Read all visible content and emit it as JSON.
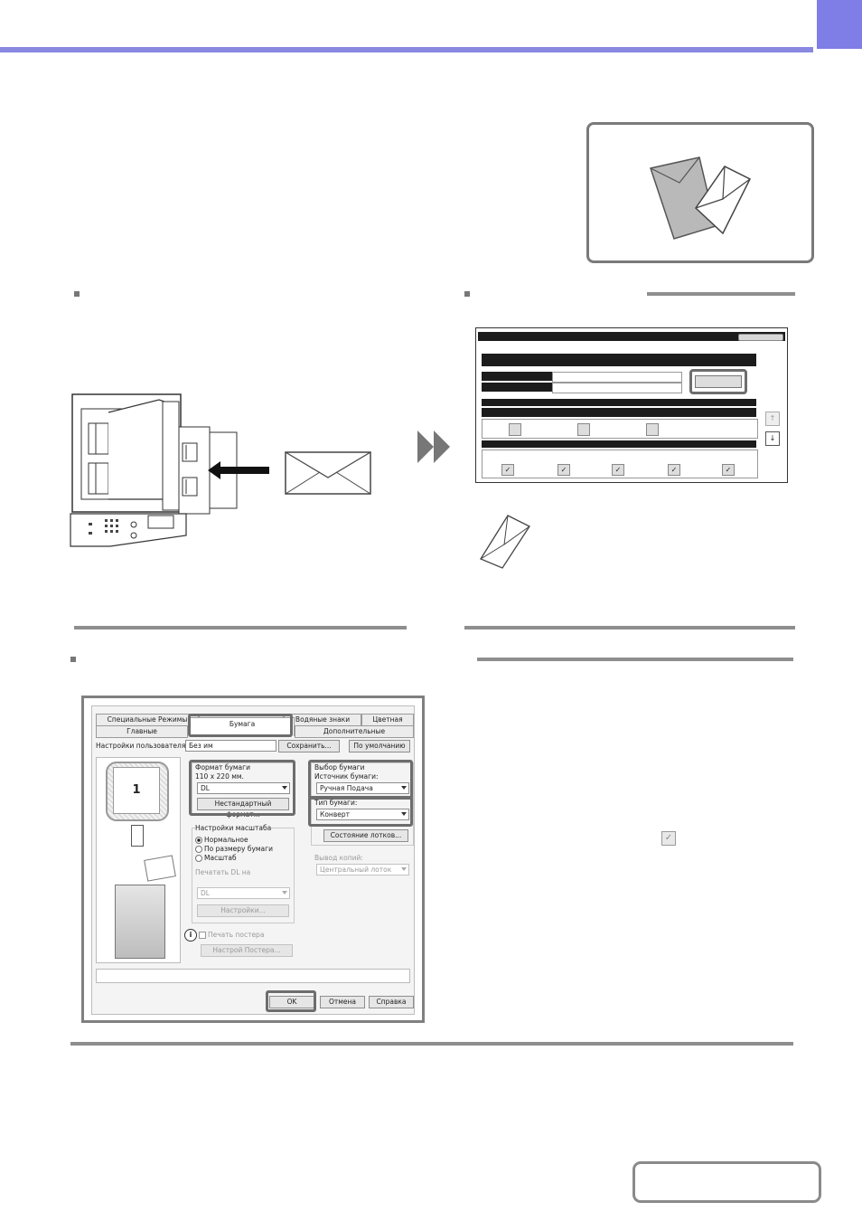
{
  "dialog": {
    "tabs_row1": [
      "Специальные Режимы",
      "",
      "Водяные знаки",
      "Цветная"
    ],
    "tabs_row2": [
      "Главные",
      "Бумага",
      "Дополнительные"
    ],
    "user_settings_label": "Настройки пользователя:",
    "user_settings_value": "Без им",
    "save_label": "Сохранить...",
    "default_label": "По умолчанию",
    "preview_page_number": "1",
    "paper_size_group": "Формат бумаги",
    "paper_size_dims": "110 x 220 мм.",
    "paper_size_value": "DL",
    "custom_size_button": "Нестандартный формат...",
    "scale_group": "Настройки масштаба",
    "scale_options": [
      "Нормальное",
      "По размеру бумаги",
      "Масштаб"
    ],
    "print_on_label": "Печатать DL на",
    "print_on_value": "DL",
    "scale_settings_button": "Настройки...",
    "poster_label": "Печать постера",
    "poster_settings_button": "Настрой Постера...",
    "paper_selection_group": "Выбор бумаги",
    "paper_source_label": "Источник бумаги:",
    "paper_source_value": "Ручная Подача",
    "paper_type_label": "Тип бумаги:",
    "paper_type_value": "Конверт",
    "tray_status_button": "Состояние лотков...",
    "output_label": "Вывод копий:",
    "output_value": "Центральный лоток",
    "ok_label": "OK",
    "cancel_label": "Отмена",
    "help_label": "Справка"
  },
  "colors": {
    "accent": "#8a88e0",
    "highlight": "#6d6d6d"
  }
}
